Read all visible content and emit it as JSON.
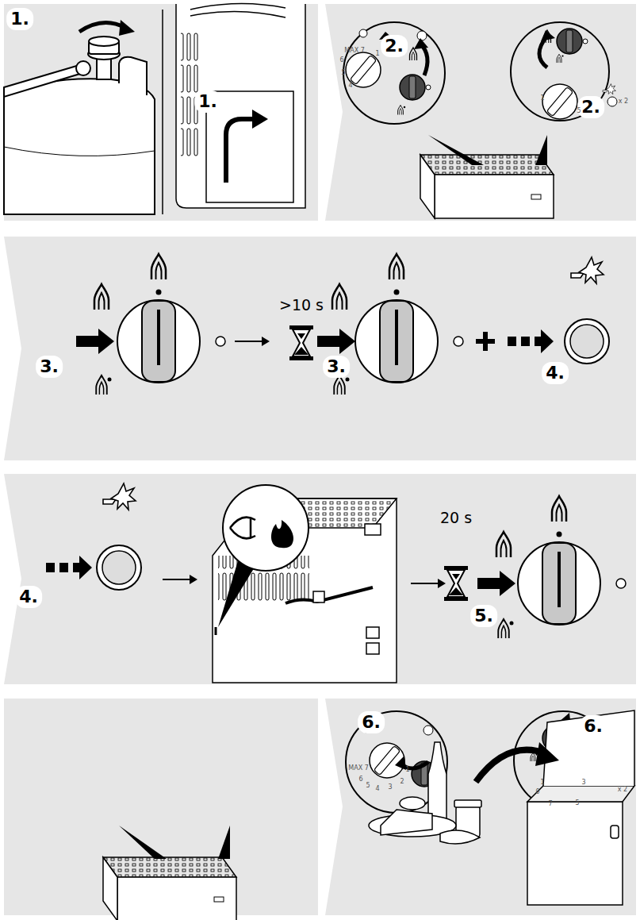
{
  "diagram": {
    "labels": [
      "1.",
      "1.",
      "2.",
      "2.",
      "3.",
      ">10 s",
      "3.",
      "4.",
      "4.",
      "20 s",
      "5.",
      "6.",
      "6.",
      "x 2",
      "MAX 7",
      "6",
      "5",
      "4",
      "1",
      "1",
      "5",
      "MAX 7",
      "6",
      "5",
      "4",
      "3",
      "2",
      "1",
      "1",
      "3",
      "0",
      "7",
      "5",
      "x 2"
    ]
  }
}
